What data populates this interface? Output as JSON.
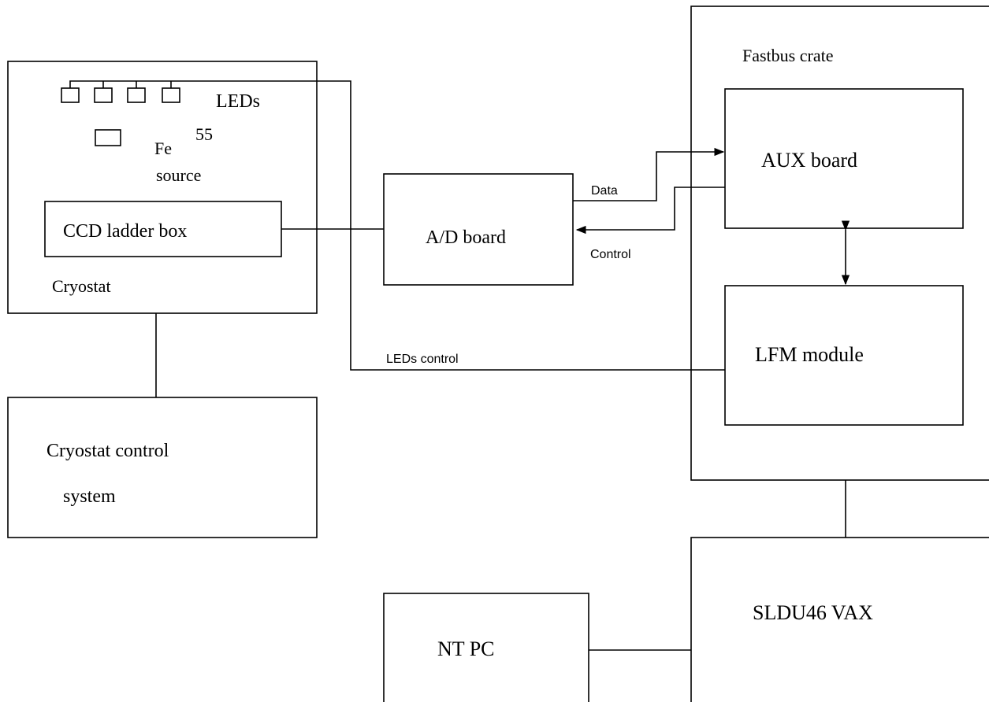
{
  "blocks": {
    "cryostat": "Cryostat",
    "leds": "LEDs",
    "fe_label": "Fe",
    "fe_superscript": "55",
    "source": "source",
    "ccd_ladder_box": "CCD ladder box",
    "cryostat_control_line1": "Cryostat control",
    "cryostat_control_line2": "system",
    "ad_board": "A/D board",
    "fastbus_crate": "Fastbus crate",
    "aux_board": "AUX board",
    "lfm_module": "LFM module",
    "vax": "SLDU46 VAX",
    "nt_pc": "NT PC"
  },
  "signals": {
    "data": "Data",
    "control": "Control",
    "leds_control": "LEDs control"
  }
}
